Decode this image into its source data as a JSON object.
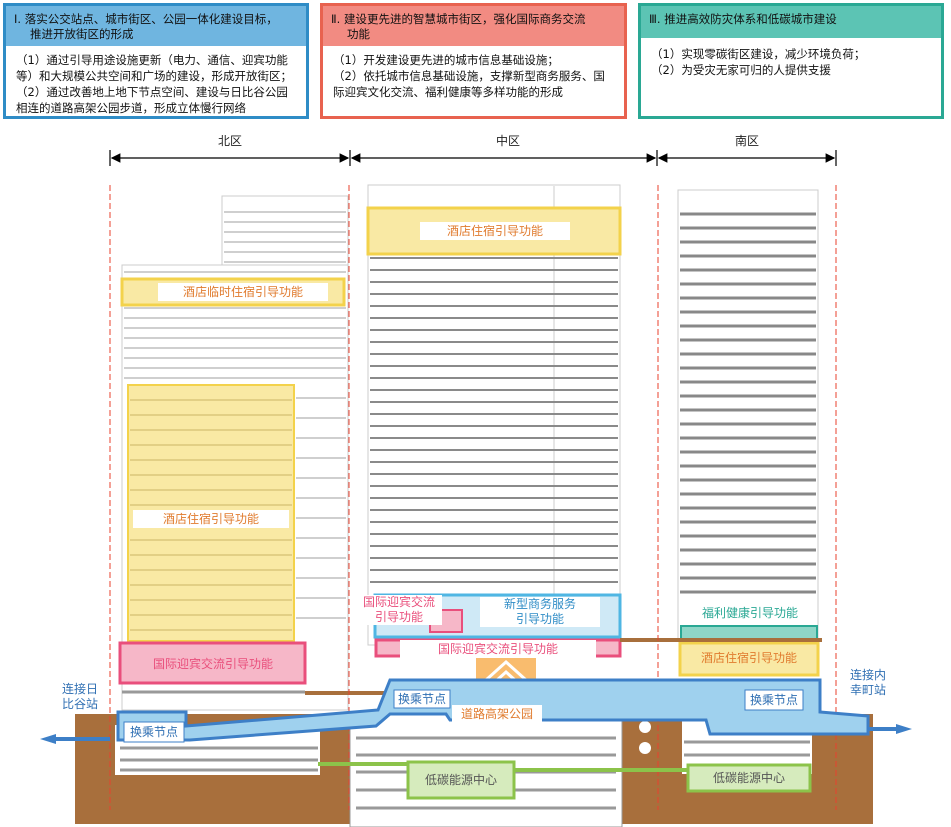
{
  "goals": [
    {
      "title": "Ⅰ. 落实公交站点、城市街区、公园一体化建设目标，推进开放街区的形成",
      "title_line1": "Ⅰ. 落实公交站点、城市街区、公园一体化建设目标，",
      "title_line2": "推进开放街区的形成",
      "items": [
        "（1）通过引导用途设施更新（电力、通信、迎宾功能等）和大规模公共空间和广场的建设，形成开放街区；",
        "（2）通过改善地上地下节点空间、建设与日比谷公园相连的道路高架公园步道，形成立体慢行网络"
      ],
      "lines": [
        "（1）通过引导用途设施更新（电力、通信、迎宾功能",
        "等）和大规模公共空间和广场的建设，形成开放街区；",
        "（2）通过改善地上地下节点空间、建设与日比谷公园",
        "相连的道路高架公园步道，形成立体慢行网络"
      ],
      "header_color": "#6fb5e0",
      "border_color": "#2f8cc6"
    },
    {
      "title": "Ⅱ. 建设更先进的智慧城市街区，强化国际商务交流功能",
      "title_line1": "Ⅱ. 建设更先进的智慧城市街区，强化国际商务交流",
      "title_line2": "功能",
      "items": [
        "（1）开发建设更先进的城市信息基础设施；",
        "（2）依托城市信息基础设施，支撑新型商务服务、国际迎宾文化交流、福利健康等多样功能的形成"
      ],
      "lines": [
        "（1）开发建设更先进的城市信息基础设施；",
        "（2）依托城市信息基础设施，支撑新型商务服务、国",
        "际迎宾文化交流、福利健康等多样功能的形成"
      ],
      "header_color": "#f28b82",
      "border_color": "#e8624f"
    },
    {
      "title": "Ⅲ. 推进高效防灾体系和低碳城市建设",
      "title_line1": "Ⅲ. 推进高效防灾体系和低碳城市建设",
      "title_line2": "",
      "items": [
        "（1）实现零碳街区建设，减少环境负荷；",
        "（2）为受灾无家可归的人提供支援"
      ],
      "lines": [
        "（1）实现零碳街区建设，减少环境负荷；",
        "（2）为受灾无家可归的人提供支援"
      ],
      "header_color": "#5cc4b4",
      "border_color": "#2aa894"
    }
  ],
  "zones": [
    "北区",
    "中区",
    "南区"
  ],
  "labels": {
    "hotel_temp": "酒店临时住宿引导功能",
    "hotel_north": "酒店住宿引导功能",
    "intl_north": "国际迎宾交流引导功能",
    "hotel_mid": "酒店住宿引导功能",
    "intl_mid_small_1": "国际迎宾交流",
    "intl_mid_small_2": "引导功能",
    "business_1": "新型商务服务",
    "business_2": "引导功能",
    "intl_mid": "国际迎宾交流引导功能",
    "welfare": "福利健康引导功能",
    "hotel_south": "酒店住宿引导功能",
    "transfer_north": "换乘节点",
    "transfer_mid": "换乘节点",
    "transfer_south": "换乘节点",
    "road_park": "道路高架公园",
    "energy_mid": "低碳能源中心",
    "energy_south": "低碳能源中心",
    "conn_left_1": "连接日",
    "conn_left_2": "比谷站",
    "conn_right_1": "连接内",
    "conn_right_2": "幸町站"
  },
  "colors": {
    "hotel": "#f7e27a",
    "hotel_text": "#e07b2e",
    "intl": "#e94f7c",
    "intl_text": "#e94f7c",
    "business": "#4fb6e3",
    "business_text": "#2f8cc6",
    "welfare": "#2aa894",
    "energy": "#8cc34a",
    "ground": "#a86f3c",
    "network": "#3d7fc7",
    "divider": "#e8402e"
  }
}
